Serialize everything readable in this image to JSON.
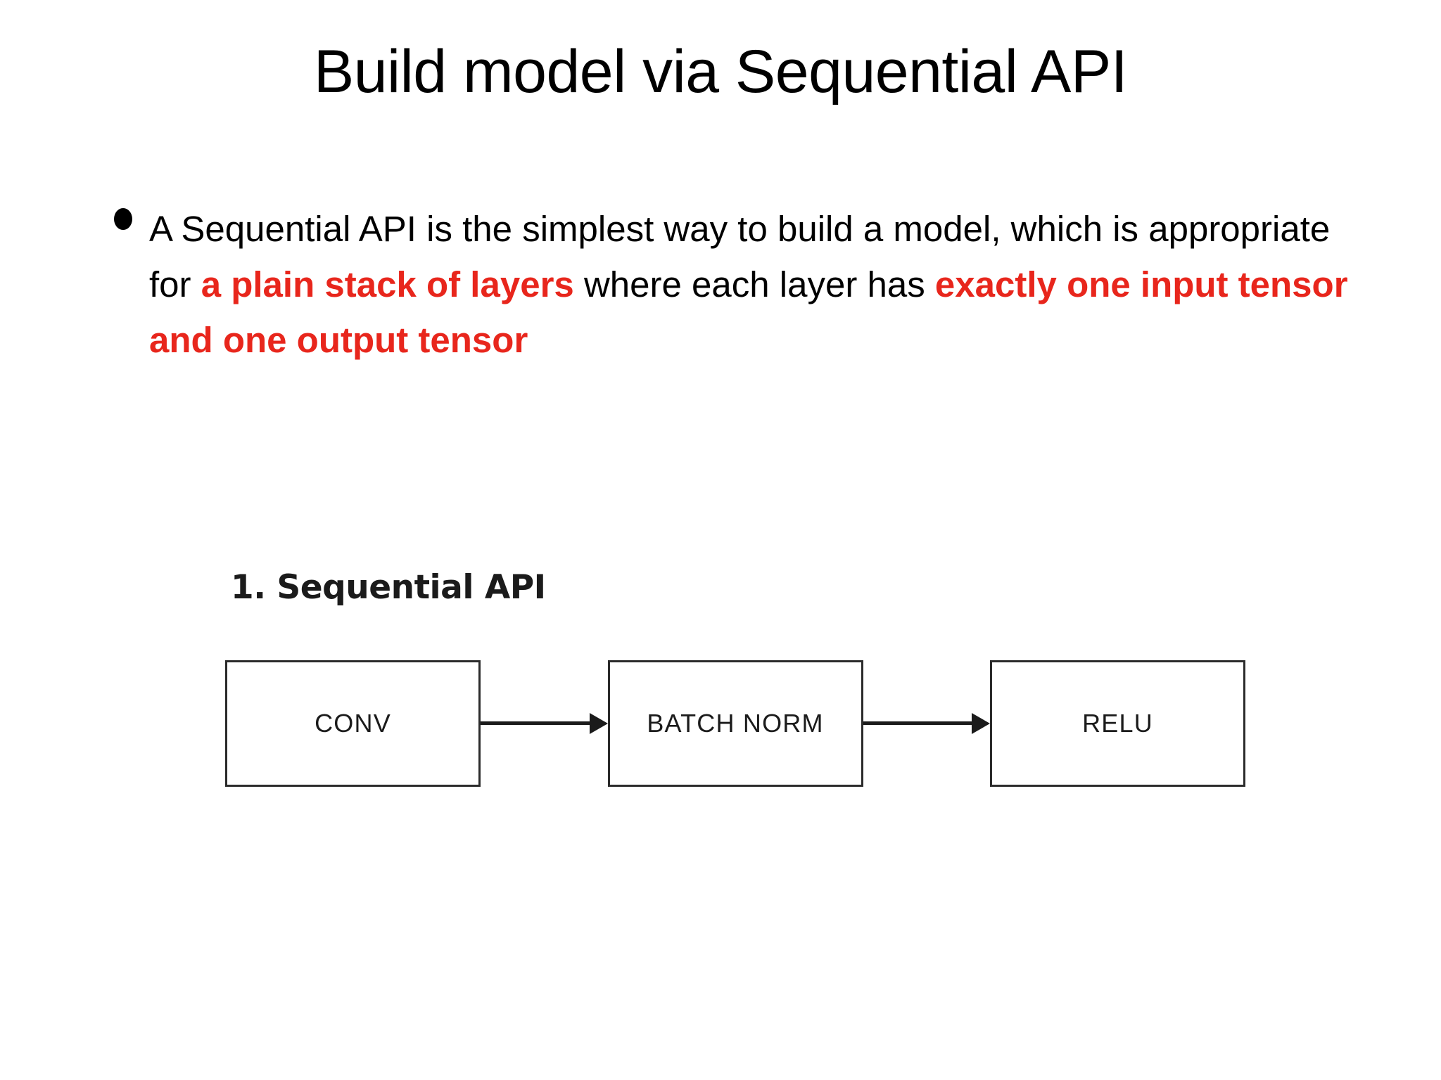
{
  "slide": {
    "title": "Build model via Sequential API",
    "background_color": "#ffffff",
    "text_color": "#000000",
    "accent_color": "#E8261C"
  },
  "bullets": [
    {
      "marker": "bullet-dot",
      "segments": [
        {
          "text": "A Sequential API is the simplest way to build a model, which is appropriate for ",
          "emphasis": false
        },
        {
          "text": "a plain stack of layers",
          "emphasis": true
        },
        {
          "text": " where each layer has ",
          "emphasis": false
        },
        {
          "text": "exactly one input tensor and one output tensor",
          "emphasis": true
        }
      ]
    }
  ],
  "diagram": {
    "heading": "1. Sequential API",
    "type": "flowchart",
    "orientation": "left-to-right",
    "nodes": [
      {
        "id": "conv",
        "label": "CONV"
      },
      {
        "id": "batch-norm",
        "label": "BATCH NORM"
      },
      {
        "id": "relu",
        "label": "RELU"
      }
    ],
    "edges": [
      {
        "from": "conv",
        "to": "batch-norm",
        "style": "solid-arrow"
      },
      {
        "from": "batch-norm",
        "to": "relu",
        "style": "solid-arrow"
      }
    ],
    "box_border_color": "#2b2b2b",
    "box_fill_color": "#ffffff",
    "arrow_color": "#1b1b1b"
  }
}
